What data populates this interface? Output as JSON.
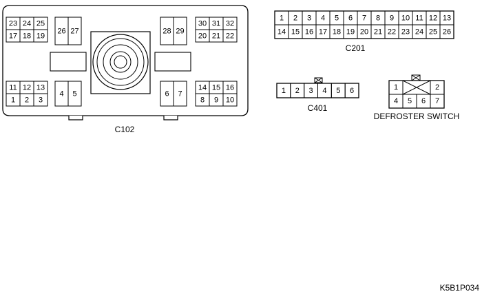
{
  "c102": {
    "label": "C102",
    "blocks": [
      {
        "rows": [
          [
            "23",
            "24",
            "25"
          ],
          [
            "17",
            "18",
            "19"
          ]
        ]
      },
      {
        "rows": [
          [
            "26",
            "27"
          ]
        ]
      },
      {
        "rows": [
          [
            "28",
            "29"
          ]
        ]
      },
      {
        "rows": [
          [
            "30",
            "31",
            "32"
          ],
          [
            "20",
            "21",
            "22"
          ]
        ]
      },
      {
        "rows": [
          [
            "11",
            "12",
            "13"
          ],
          [
            "1",
            "2",
            "3"
          ]
        ]
      },
      {
        "rows": [
          [
            "4",
            "5"
          ]
        ]
      },
      {
        "rows": [
          [
            "6",
            "7"
          ]
        ]
      },
      {
        "rows": [
          [
            "14",
            "15",
            "16"
          ],
          [
            "8",
            "9",
            "10"
          ]
        ]
      }
    ]
  },
  "c201": {
    "label": "C201",
    "rows": [
      [
        "1",
        "2",
        "3",
        "4",
        "5",
        "6",
        "7",
        "8",
        "9",
        "10",
        "11",
        "12",
        "13"
      ],
      [
        "14",
        "15",
        "16",
        "17",
        "18",
        "19",
        "20",
        "21",
        "22",
        "23",
        "24",
        "25",
        "26"
      ]
    ]
  },
  "c401": {
    "label": "C401",
    "pins": [
      "1",
      "2",
      "3",
      "4",
      "5",
      "6"
    ]
  },
  "defroster_switch": {
    "label": "DEFROSTER SWITCH",
    "top_pins": [
      "1",
      "2"
    ],
    "bottom_pins": [
      "4",
      "5",
      "6",
      "7"
    ]
  },
  "figure_code": "K5B1P034"
}
